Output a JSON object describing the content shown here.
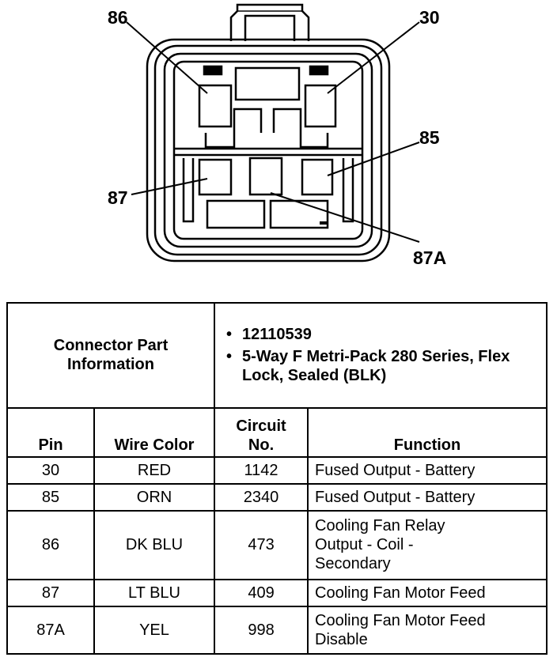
{
  "diagram": {
    "pin_labels": {
      "p86": "86",
      "p30": "30",
      "p85": "85",
      "p87": "87",
      "p87a": "87A"
    }
  },
  "table": {
    "part_info_label": "Connector Part Information",
    "part_info_items": [
      "12110539",
      "5-Way F Metri-Pack 280 Series, Flex Lock, Sealed (BLK)"
    ],
    "headers": {
      "pin": "Pin",
      "wire_color": "Wire Color",
      "circuit_no": "Circuit No.",
      "function": "Function"
    },
    "rows": [
      {
        "pin": "30",
        "wire_color": "RED",
        "circuit": "1142",
        "function": "Fused Output - Battery"
      },
      {
        "pin": "85",
        "wire_color": "ORN",
        "circuit": "2340",
        "function": "Fused Output - Battery"
      },
      {
        "pin": "86",
        "wire_color": "DK BLU",
        "circuit": "473",
        "function": "Cooling Fan Relay Output - Coil - Secondary"
      },
      {
        "pin": "87",
        "wire_color": "LT BLU",
        "circuit": "409",
        "function": "Cooling Fan Motor Feed"
      },
      {
        "pin": "87A",
        "wire_color": "YEL",
        "circuit": "998",
        "function": "Cooling Fan Motor Feed Disable"
      }
    ]
  }
}
